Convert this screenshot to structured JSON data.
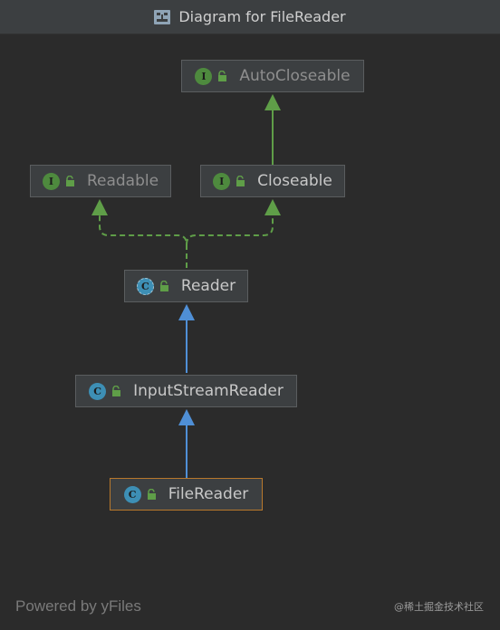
{
  "window": {
    "title": "Diagram for FileReader",
    "title_icon": "diagram-icon"
  },
  "nodes": [
    {
      "id": "autocloseable",
      "label": "AutoCloseable",
      "kind": "interface",
      "kind_letter": "I",
      "dimmed": true
    },
    {
      "id": "readable",
      "label": "Readable",
      "kind": "interface",
      "kind_letter": "I",
      "dimmed": true
    },
    {
      "id": "closeable",
      "label": "Closeable",
      "kind": "interface",
      "kind_letter": "I",
      "dimmed": false
    },
    {
      "id": "reader",
      "label": "Reader",
      "kind": "abstract-class",
      "kind_letter": "C",
      "dimmed": false
    },
    {
      "id": "inputstreamreader",
      "label": "InputStreamReader",
      "kind": "class",
      "kind_letter": "C",
      "dimmed": false
    },
    {
      "id": "filereader",
      "label": "FileReader",
      "kind": "class",
      "kind_letter": "C",
      "dimmed": false,
      "selected": true
    }
  ],
  "edges": [
    {
      "from": "closeable",
      "to": "autocloseable",
      "type": "extends-interface"
    },
    {
      "from": "reader",
      "to": "readable",
      "type": "implements"
    },
    {
      "from": "reader",
      "to": "closeable",
      "type": "implements"
    },
    {
      "from": "inputstreamreader",
      "to": "reader",
      "type": "extends-class"
    },
    {
      "from": "filereader",
      "to": "inputstreamreader",
      "type": "extends-class"
    }
  ],
  "colors": {
    "background": "#2b2b2b",
    "interface_edge": "#5f9e48",
    "class_edge": "#4f8fd6",
    "selected_border": "#b8782c"
  },
  "footer": {
    "powered_by": "Powered by yFiles",
    "watermark": "@稀土掘金技术社区"
  }
}
